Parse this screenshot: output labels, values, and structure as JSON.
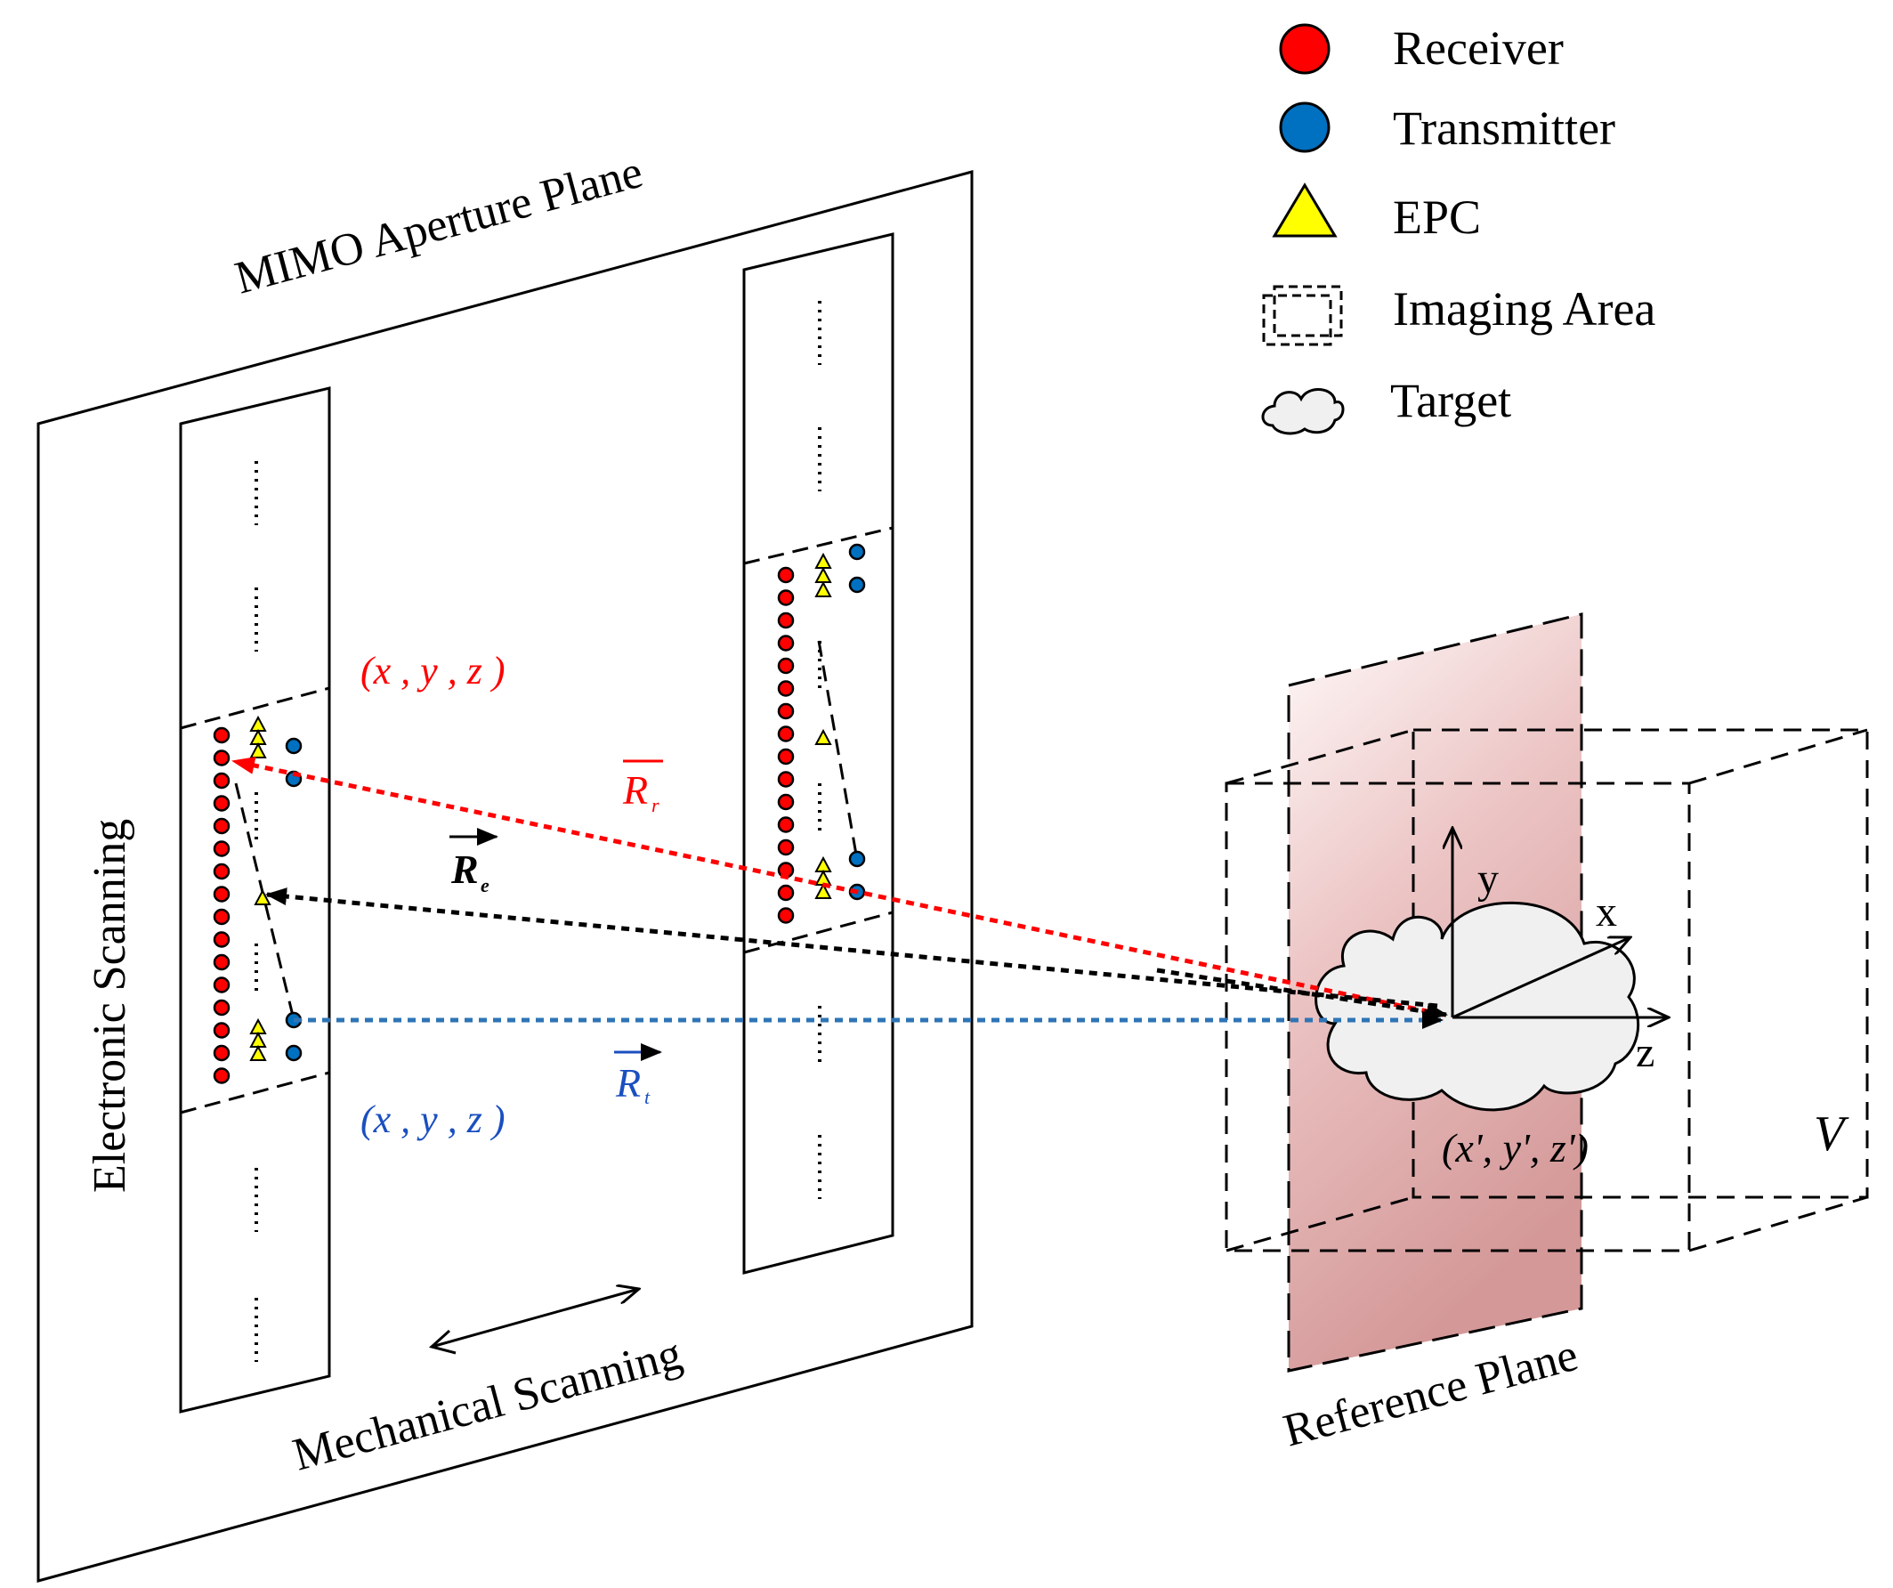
{
  "legend": {
    "receiver": "Receiver",
    "transmitter": "Transmitter",
    "epc": "EPC",
    "imaging_area": "Imaging Area",
    "target": "Target"
  },
  "labels": {
    "aperture_plane": "MIMO Aperture Plane",
    "electronic_scanning": "Electronic Scanning",
    "mechanical_scanning": "Mechanical Scanning",
    "reference_plane": "Reference Plane",
    "volume": "V",
    "coord_receiver": "(x , y , z )",
    "coord_transmitter": "(x , y , z )",
    "coord_target": "(x', y', z')",
    "vec_receiver": "R",
    "vec_transmitter": "R",
    "vec_epc": "R",
    "axis_x": "x",
    "axis_y": "y",
    "axis_z": "z"
  },
  "colors": {
    "receiver": "#ff0000",
    "transmitter": "#0070c0",
    "epc": "#ffff00",
    "receiver_path": "#ff0000",
    "transmitter_path": "#2e75b6",
    "epc_path": "#000000",
    "reference_plane_top": "#fdf3f3",
    "reference_plane_bottom": "#d9a0a0"
  },
  "icons": [
    "receiver-dot-icon",
    "transmitter-dot-icon",
    "epc-triangle-icon",
    "imaging-area-box-icon",
    "target-cloud-icon"
  ]
}
